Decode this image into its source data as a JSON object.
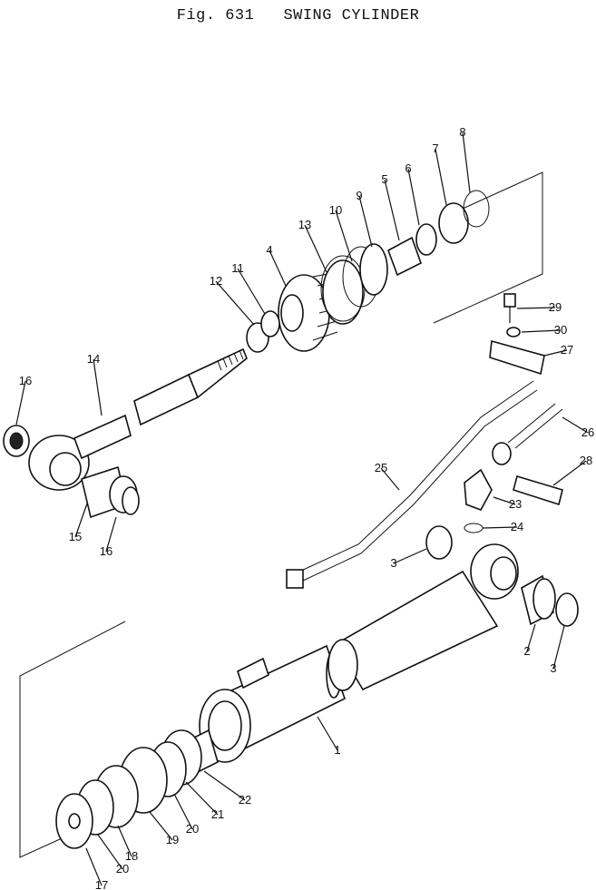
{
  "figure": {
    "title_kana": "スイング シリンダ",
    "fig_label": "Fig. 631",
    "title": "SWING CYLINDER"
  },
  "callouts": [
    "1",
    "2",
    "3",
    "3",
    "3",
    "4",
    "5",
    "6",
    "7",
    "8",
    "9",
    "10",
    "11",
    "12",
    "13",
    "14",
    "15",
    "16",
    "16",
    "17",
    "18",
    "19",
    "20",
    "20",
    "21",
    "22",
    "23",
    "24",
    "25",
    "26",
    "27",
    "28",
    "29",
    "30"
  ],
  "colors": {
    "ink": "#111111",
    "paper": "#ffffff"
  }
}
